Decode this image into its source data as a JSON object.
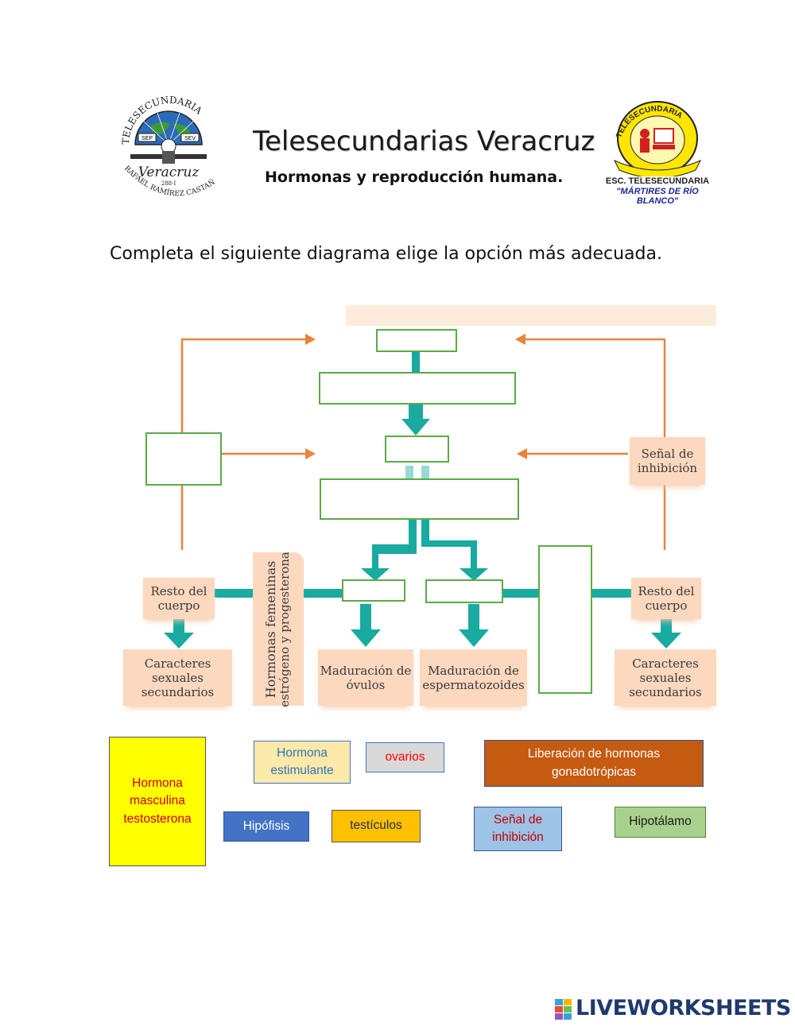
{
  "header": {
    "title": "Telesecundarias Veracruz",
    "subtitle": "Hormonas y reproducción humana.",
    "logo_left": {
      "icon": "telesecundaria-seal-icon",
      "arc_text": "TELESECUNDARIA",
      "left_text": "SEP",
      "right_text": "SEV",
      "script_text": "Veracruz",
      "number": "288-I",
      "bottom_text": "RAFAEL RAMÍREZ CASTAÑEDA"
    },
    "logo_right": {
      "icon": "school-emblem-icon",
      "arc_text": "TELESECUNDARIA",
      "line1": "ESC. TELESECUNDARIA",
      "line2": "\"MÁRTIRES DE RÍO BLANCO\""
    }
  },
  "instruction": "Completa el siguiente diagrama elige la opción más adecuada.",
  "diagram": {
    "inhibition_label": "Señal de inhibición",
    "rest_left": "Resto del cuerpo",
    "rest_right": "Resto del cuerpo",
    "female_hormones_line1": "Hormonas femeninas",
    "female_hormones_line2": "estrógeno y progesterona",
    "ovule_maturation": "Maduración de óvulos",
    "sperm_maturation": "Maduración de espermatozoides",
    "secondary_left": "Caracteres sexuales secundarios",
    "secondary_right": "Caracteres sexuales secundarios",
    "colors": {
      "arrow_orange": "#e8843a",
      "arrow_teal": "#19aaa0",
      "peach": "#fcd8bf",
      "blank_border": "#5aab46"
    }
  },
  "options": [
    {
      "label": "Hormona masculina testosterona",
      "bg": "#ffff00",
      "color": "#cc0000"
    },
    {
      "label": "Hormona estimulante",
      "bg": "#fde9a9",
      "color": "#2e75b6"
    },
    {
      "label": "ovarios",
      "bg": "#d9d9d9",
      "color": "#ff0000"
    },
    {
      "label": "Liberación de hormonas gonadotrópicas",
      "bg": "#c55a11",
      "color": "#ffffff"
    },
    {
      "label": "Hipófisis",
      "bg": "#4472c4",
      "color": "#ffffff"
    },
    {
      "label": "testículos",
      "bg": "#ffc000",
      "color": "#1f2d55"
    },
    {
      "label": "Señal de inhibición",
      "bg": "#9dc3e6",
      "color": "#c00000"
    },
    {
      "label": "Hipotálamo",
      "bg": "#a9d18e",
      "color": "#1a1a1a"
    }
  ],
  "footer": {
    "brand": "LIVEWORKSHEETS"
  }
}
